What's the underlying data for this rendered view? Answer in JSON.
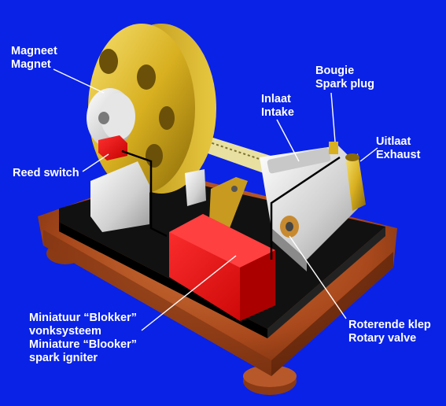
{
  "background_color": "#0a22e6",
  "labels": {
    "magnet": {
      "line1": "Magneet",
      "line2": "Magnet"
    },
    "reed_switch": {
      "line1": "Reed switch"
    },
    "spark_plug": {
      "line1": "Bougie",
      "line2": "Spark plug"
    },
    "intake": {
      "line1": "Inlaat",
      "line2": "Intake"
    },
    "exhaust": {
      "line1": "Uitlaat",
      "line2": "Exhaust"
    },
    "spark_igniter": {
      "line1": "Miniatuur “Blokker”",
      "line2": "vonksysteem",
      "line3": "Miniature “Blooker”",
      "line4": "spark igniter"
    },
    "rotary_valve": {
      "line1": "Roterende klep",
      "line2": "Rotary valve"
    }
  },
  "parts": {
    "flywheel": "brass-flywheel",
    "magnet_hub": "aluminium-magnet-hub",
    "reed_switch": "red-reed-switch",
    "igniter_box": "red-igniter-box",
    "cylinder": "aluminium-cylinder",
    "wooden_base": "wooden-base"
  },
  "colors": {
    "brass": "#d8b020",
    "red": "#ee1111",
    "wood": "#a8481c",
    "plate": "#111111",
    "aluminium": "#d4d4d4"
  }
}
